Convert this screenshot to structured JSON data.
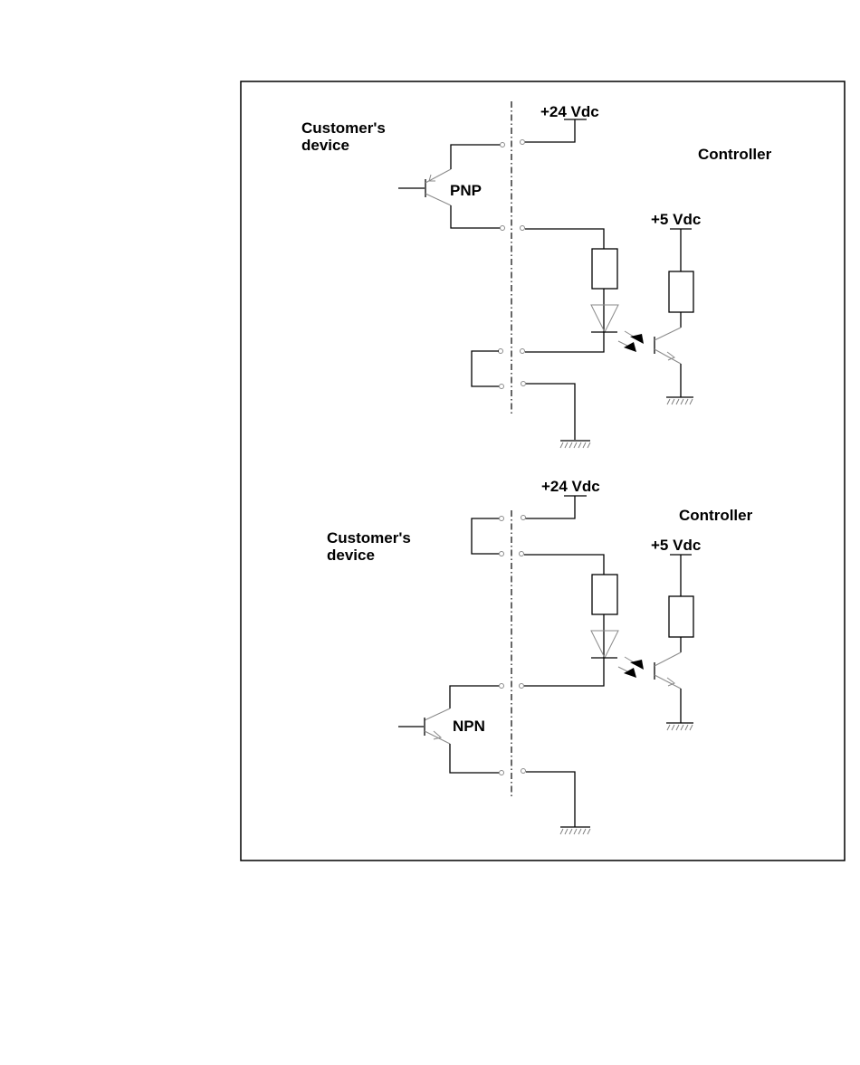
{
  "diagram": {
    "pnp_circuit": {
      "supply_24": "+24 Vdc",
      "customer_line1": "Customer's",
      "customer_line2": "device",
      "controller": "Controller",
      "transistor": "PNP",
      "supply_5": "+5 Vdc"
    },
    "npn_circuit": {
      "supply_24": "+24 Vdc",
      "customer_line1": "Customer's",
      "customer_line2": "device",
      "controller": "Controller",
      "transistor": "NPN",
      "supply_5": "+5 Vdc"
    }
  }
}
